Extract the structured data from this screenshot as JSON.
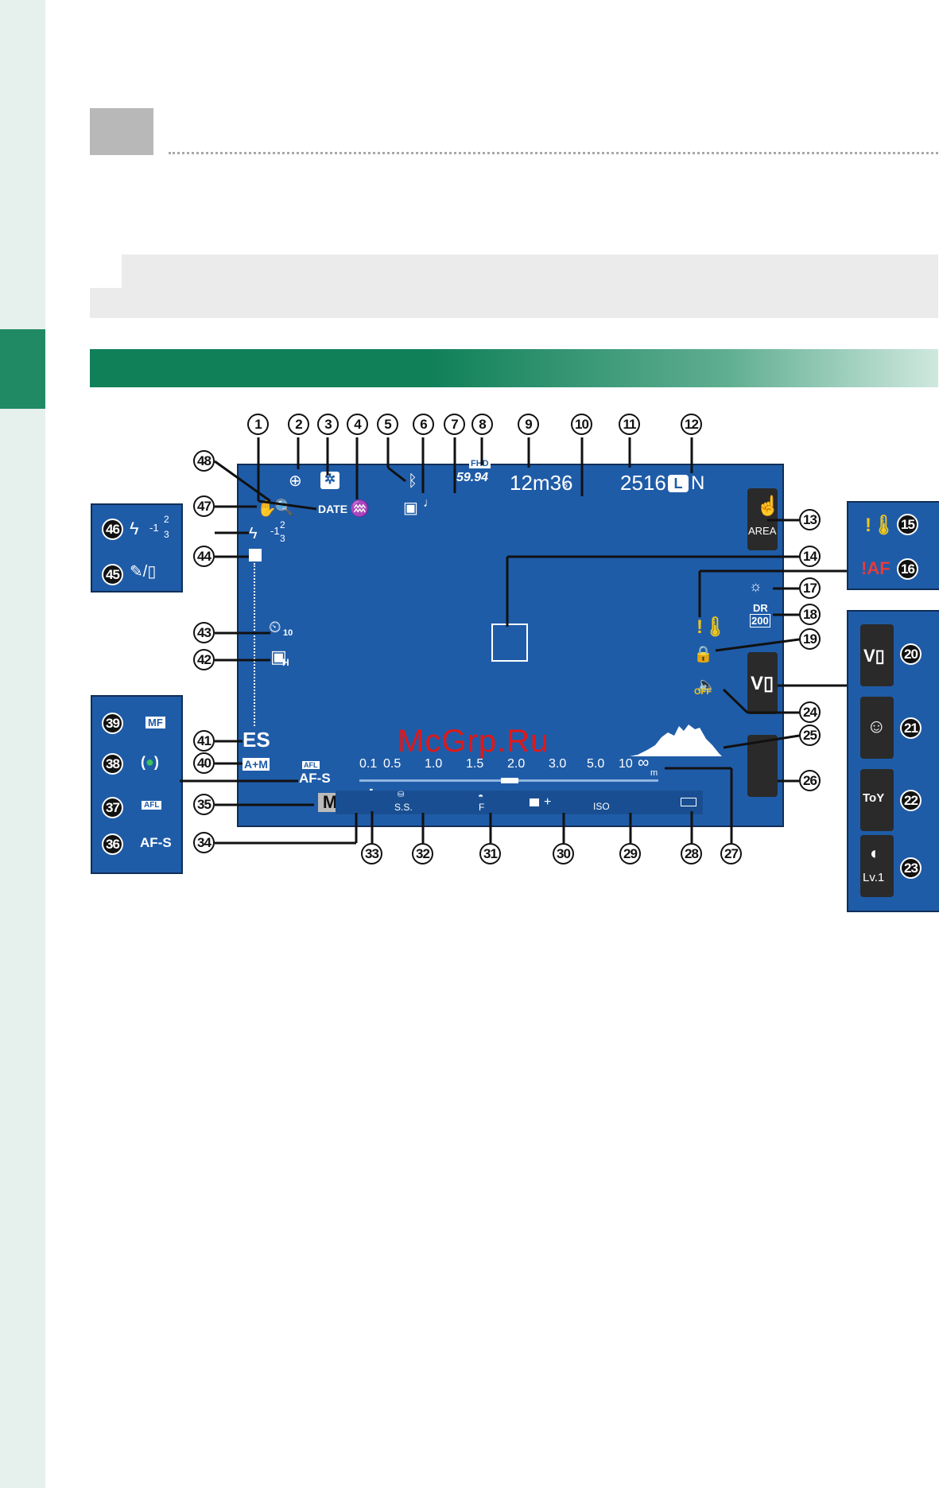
{
  "watermark": "McGrp.Ru",
  "screen": {
    "remaining_time": "12m36",
    "remaining_time_unit": "s",
    "frames_remaining": "2516",
    "image_size": "L",
    "image_quality": "N",
    "movie_mode_line1": "FHD",
    "movie_mode_line2": "59.94",
    "date_stamp": "DATE",
    "flash_comp": "-1",
    "flash_frac_num": "2",
    "flash_frac_den": "3",
    "shutter_type": "ES",
    "focus_mode": "AF-S",
    "afl_label": "AFL",
    "am_label": "A+M",
    "exposure_mode": "M",
    "distance_scale": [
      "0.1",
      "0.5",
      "1.0",
      "1.5",
      "2.0",
      "3.0",
      "5.0",
      "10",
      "∞"
    ],
    "distance_unit": "m",
    "bottom_labels": {
      "ss": "S.S.",
      "aperture": "F",
      "exp_comp": "+",
      "iso": "ISO"
    },
    "area_label": "AREA",
    "dr_line1": "DR",
    "dr_line2": "200",
    "af_warning": "!AF",
    "audio_off": "OFF",
    "timer_value": "10",
    "boost_h": "H"
  },
  "left_panel_top": {
    "flash_comp": "-1",
    "flash_frac_num": "2",
    "flash_frac_den": "3"
  },
  "left_panel_bottom": {
    "mf": "MF",
    "afl": "AFL",
    "afs": "AF-S"
  },
  "right_panel_bottom": {
    "lv": "Lv.1",
    "toy": "ToY"
  },
  "callouts": {
    "1": "1",
    "2": "2",
    "3": "3",
    "4": "4",
    "5": "5",
    "6": "6",
    "7": "7",
    "8": "8",
    "9": "9",
    "10": "10",
    "11": "11",
    "12": "12",
    "13": "13",
    "14": "14",
    "15": "15",
    "16": "16",
    "17": "17",
    "18": "18",
    "19": "19",
    "20": "20",
    "21": "21",
    "22": "22",
    "23": "23",
    "24": "24",
    "25": "25",
    "26": "26",
    "27": "27",
    "28": "28",
    "29": "29",
    "30": "30",
    "31": "31",
    "32": "32",
    "33": "33",
    "34": "34",
    "35": "35",
    "36": "36",
    "37": "37",
    "38": "38",
    "39": "39",
    "40": "40",
    "41": "41",
    "42": "42",
    "43": "43",
    "44": "44",
    "45": "45",
    "46": "46",
    "47": "47",
    "48": "48"
  },
  "colors": {
    "screen_blue": "#1f5ca8",
    "accent_green": "#1f8a63",
    "warning_yellow": "#f0c61a",
    "warning_red": "#e53c3c"
  }
}
